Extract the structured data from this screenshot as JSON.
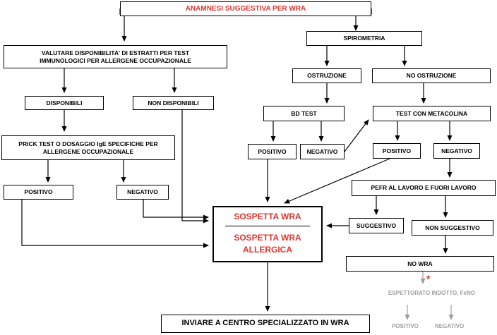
{
  "nodes": {
    "anamnesi": "ANAMNESI SUGGESTIVA PER WRA",
    "valutare": "VALUTARE DISPONIBILITA' DI ESTRATTI PER TEST\nIMMUNOLOGICI PER ALLERGENE OCCUPAZIONALE",
    "disponibili": "DISPONIBILI",
    "non_disponibili": "NON DISPONIBILI",
    "prick": "PRICK TEST O DOSAGGIO IgE SPECIFICHE PER\nALLERGENE OCCUPAZIONALE",
    "positivo_left": "POSITIVO",
    "negativo_left": "NEGATIVO",
    "spirometria": "SPIROMETRIA",
    "ostruzione": "OSTRUZIONE",
    "no_ostruzione": "NO OSTRUZIONE",
    "bd_test": "BD TEST",
    "test_metacolina": "TEST CON METACOLINA",
    "positivo_bd": "POSITIVO",
    "negativo_bd": "NEGATIVO",
    "positivo_meta": "POSITIVO",
    "negativo_meta": "NEGATIVO",
    "pefr": "PEFR AL LAVORO E FUORI LAVORO",
    "suggestivo": "SUGGESTIVO",
    "non_suggestivo": "NON SUGGESTIVO",
    "no_wra": "NO WRA",
    "inviare": "INVIARE A CENTRO SPECIALIZZATO IN WRA"
  },
  "center": {
    "line1": "SOSPETTA WRA",
    "line2": "SOSPETTA WRA\nALLERGICA"
  },
  "grey": {
    "espettorato": "ESPETTORATO INDOTTO, FeNO",
    "positivo": "POSITIVO",
    "negativo": "NEGATIVO",
    "star": "*"
  },
  "colors": {
    "accent_red": "#e3342f",
    "grey_text": "#9e9e9e"
  }
}
